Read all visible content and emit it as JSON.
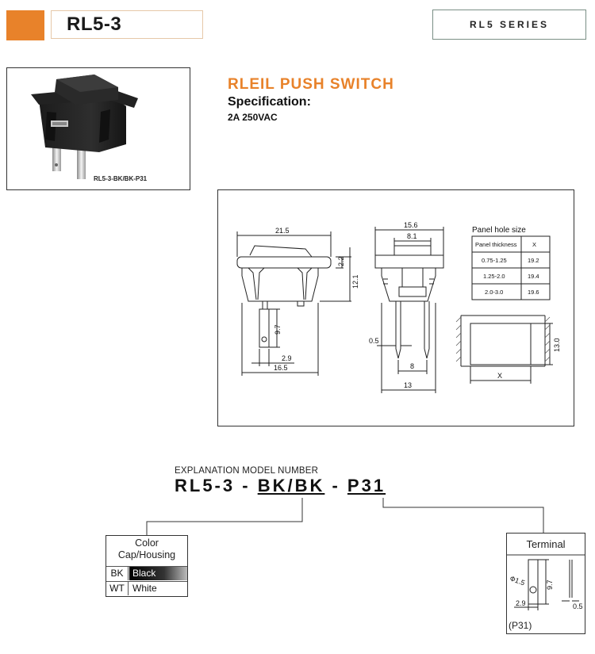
{
  "header": {
    "model_title": "RL5-3",
    "series_label": "RL5 SERIES",
    "accent_color": "#e8822a"
  },
  "photo": {
    "caption": "RL5-3-BK/BK-P31"
  },
  "product": {
    "title": "RLEIL PUSH SWITCH",
    "spec_label": "Specification:",
    "spec_value": "2A  250VAC"
  },
  "drawing": {
    "dims_side": {
      "width": "21.5",
      "cap": "2.2",
      "height": "12.1",
      "terminal": "9.7",
      "terminal_w": "2.9",
      "base": "16.5"
    },
    "dims_front": {
      "top": "15.6",
      "inner": "8.1",
      "thickness": "0.5",
      "pitch": "8",
      "base": "13"
    },
    "panel_table": {
      "title": "Panel hole size",
      "headers": [
        "Panel  thickness",
        "X"
      ],
      "rows": [
        [
          "0.75-1.25",
          "19.2"
        ],
        [
          "1.25-2.0",
          "19.4"
        ],
        [
          "2.0-3.0",
          "19.6"
        ]
      ]
    },
    "panel_hole": {
      "height": "13.0",
      "width_label": "X"
    }
  },
  "explanation": {
    "label": "EXPLANATION MODEL NUMBER",
    "model_prefix": "RL5-3 - ",
    "model_color": "BK/BK",
    "model_sep": " - ",
    "model_terminal": "P31"
  },
  "color_table": {
    "title_line1": "Color",
    "title_line2": "Cap/Housing",
    "rows": [
      {
        "code": "BK",
        "name": "Black"
      },
      {
        "code": "WT",
        "name": "White"
      }
    ]
  },
  "terminal": {
    "title": "Terminal",
    "diameter": "Ф1.5",
    "length": "9.7",
    "width": "2.9",
    "thickness": "0.5",
    "code": "(P31)"
  }
}
